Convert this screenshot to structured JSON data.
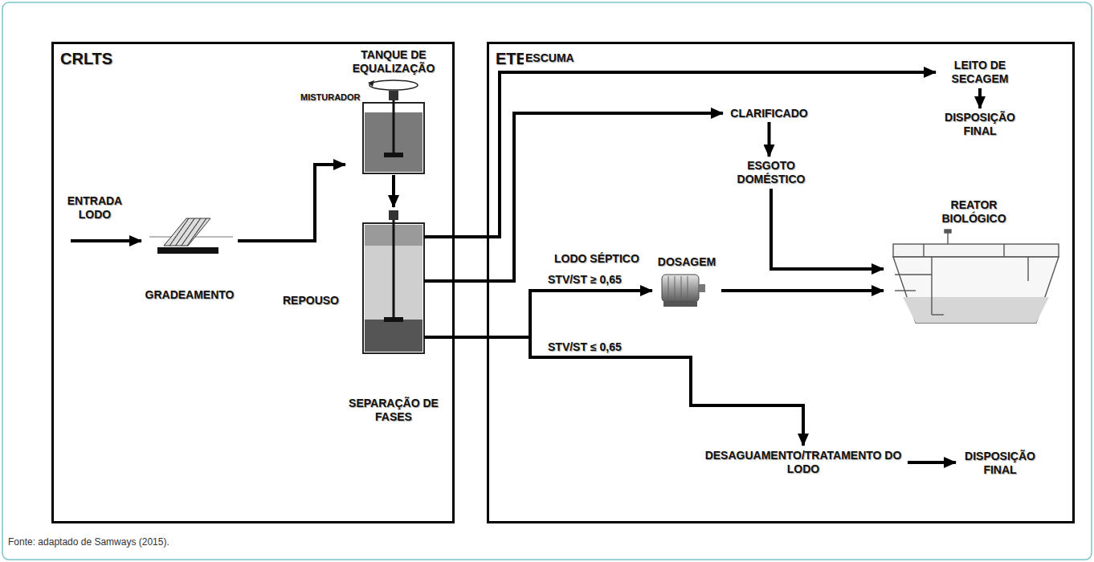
{
  "diagram": {
    "caption": "Fonte: adaptado de Samways (2015).",
    "nodes": [
      {
        "text": [
          "CRLTS"
        ]
      },
      {
        "text": [
          "ETE"
        ]
      },
      {
        "text": [
          "ENTRADA LODO"
        ],
        "in": 0
      },
      {
        "text": [
          "GRADEAMENTO"
        ],
        "in": 0
      },
      {
        "text": [
          "TANQUE DE EQUALIZAÇÃO"
        ],
        "in": 0
      },
      {
        "text": [
          "SEPARAÇÃO DE FASES"
        ],
        "in": 0
      },
      {
        "text": [
          "LEITO DE SECAGEM"
        ],
        "in": 1
      },
      {
        "text": [
          "DISPOSIÇÃO FINAL"
        ],
        "in": 1
      },
      {
        "text": [
          "CLARIFICADO"
        ],
        "in": 1
      },
      {
        "text": [
          "ESGOTO DOMÉSTICO"
        ],
        "in": 1
      },
      {
        "text": [
          "DOSAGEM"
        ],
        "in": 1
      },
      {
        "text": [
          "REATOR BIOLÓGICO"
        ],
        "in": 1
      },
      {
        "text": [
          "DESAGUAMENTO/TRATAMENTO DO LODO"
        ],
        "in": 1
      },
      {
        "text": [
          "DISPOSIÇÃO FINAL"
        ],
        "in": 1
      }
    ],
    "edges": [
      {
        "from": 2,
        "to": 3,
        "arrow": "to"
      },
      {
        "from": 3,
        "to": 4,
        "arrow": "to"
      },
      {
        "from": 4,
        "to": 5,
        "arrow": "to"
      },
      {
        "from": 5,
        "to": 6,
        "label": "ESCUMA",
        "arrow": "to"
      },
      {
        "from": 6,
        "to": 7,
        "arrow": "to"
      },
      {
        "from": 5,
        "to": 8,
        "arrow": "to"
      },
      {
        "from": 8,
        "to": 9,
        "arrow": "to"
      },
      {
        "from": 9,
        "to": 11,
        "arrow": "to"
      },
      {
        "from": 5,
        "to": 10,
        "label": "STV/ST ≥ 0,65",
        "arrow": "to"
      },
      {
        "from": 10,
        "to": 11,
        "arrow": "to"
      },
      {
        "from": 5,
        "to": 12,
        "label": "STV/ST ≤ 0,65",
        "arrow": "to"
      },
      {
        "from": 12,
        "to": 13,
        "arrow": "to"
      }
    ],
    "labels": [
      "MISTURADOR",
      "REPOUSO",
      "LODO SÉPTICO"
    ]
  }
}
